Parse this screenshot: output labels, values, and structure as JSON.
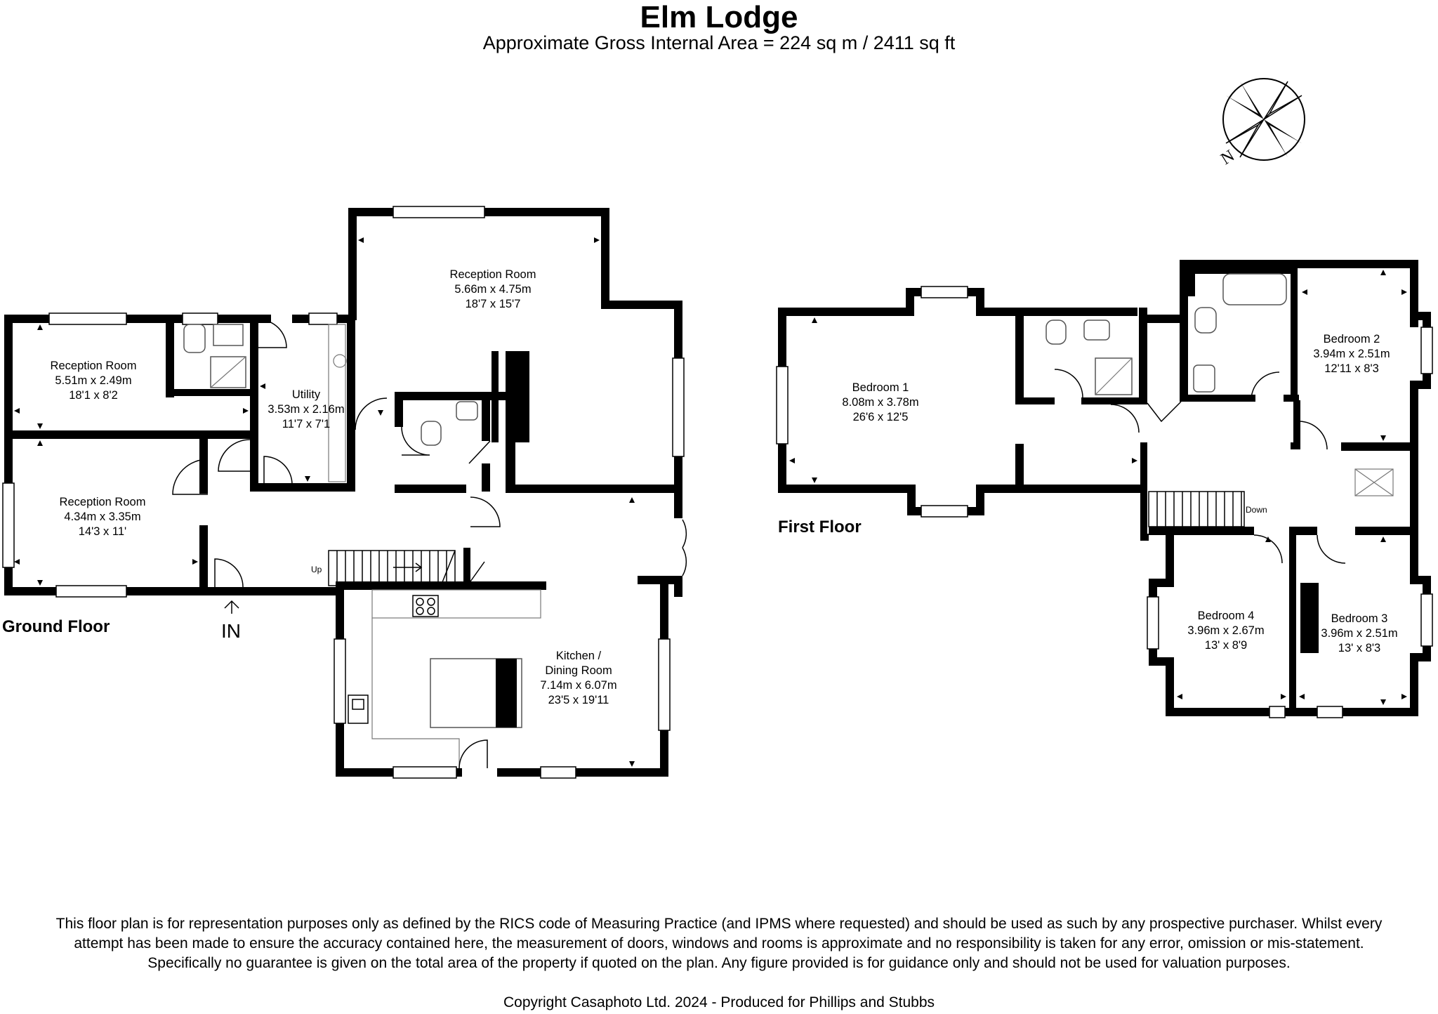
{
  "title": "Elm Lodge",
  "subtitle": "Approximate Gross Internal Area = 224 sq m / 2411 sq ft",
  "compass_label": "N",
  "floors": {
    "ground": {
      "label": "Ground Floor",
      "entrance_label": "IN",
      "stairs_label": "Up",
      "rooms": [
        {
          "name": "Reception Room",
          "metric": "5.51m x 2.49m",
          "imperial": "18'1 x 8'2"
        },
        {
          "name": "Reception Room",
          "metric": "4.34m x 3.35m",
          "imperial": "14'3 x 11'"
        },
        {
          "name": "Utility",
          "metric": "3.53m x 2.16m",
          "imperial": "11'7 x 7'1"
        },
        {
          "name": "Reception Room",
          "metric": "5.66m x 4.75m",
          "imperial": "18'7 x 15'7"
        },
        {
          "name": "Kitchen /",
          "name2": "Dining Room",
          "metric": "7.14m x 6.07m",
          "imperial": "23'5 x 19'11"
        }
      ]
    },
    "first": {
      "label": "First Floor",
      "stairs_label": "Down",
      "rooms": [
        {
          "name": "Bedroom 1",
          "metric": "8.08m x 3.78m",
          "imperial": "26'6 x 12'5"
        },
        {
          "name": "Bedroom 2",
          "metric": "3.94m x 2.51m",
          "imperial": "12'11 x 8'3"
        },
        {
          "name": "Bedroom 4",
          "metric": "3.96m x 2.67m",
          "imperial": "13' x 8'9"
        },
        {
          "name": "Bedroom 3",
          "metric": "3.96m x 2.51m",
          "imperial": "13' x 8'3"
        }
      ]
    }
  },
  "disclaimer": "This floor plan is for representation purposes only as defined by the RICS code of Measuring Practice (and IPMS where requested) and should be used as such by any prospective purchaser. Whilst every attempt has been made to ensure the accuracy contained here, the measurement of doors, windows and rooms is approximate and no responsibility is taken for any error, omission or mis-statement. Specifically no guarantee is given on the total area of the property if quoted on the plan. Any figure provided is for guidance only and should not be used for valuation purposes.",
  "copyright": "Copyright Casaphoto Ltd. 2024 - Produced for Phillips and Stubbs"
}
